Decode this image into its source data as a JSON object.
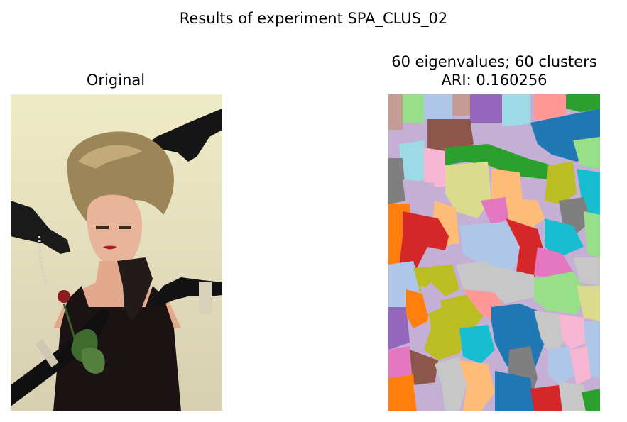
{
  "figure": {
    "suptitle": "Results of experiment SPA_CLUS_02"
  },
  "panels": [
    {
      "id": "original",
      "title": "Original",
      "content": "photograph"
    },
    {
      "id": "segmentation",
      "title_line1": "60 eigenvalues; 60 clusters",
      "title_line2": "ARI: 0.160256",
      "content": "cluster-label map"
    }
  ],
  "colors": {
    "cluster_palette": [
      "#1f77b4",
      "#aec7e8",
      "#ff7f0e",
      "#ffbb78",
      "#2ca02c",
      "#98df8a",
      "#d62728",
      "#ff9896",
      "#9467bd",
      "#c5b0d5",
      "#8c564b",
      "#c49c94",
      "#e377c2",
      "#f7b6d2",
      "#7f7f7f",
      "#c7c7c7",
      "#bcbd22",
      "#dbdb8d",
      "#17becf",
      "#9edae5"
    ]
  }
}
